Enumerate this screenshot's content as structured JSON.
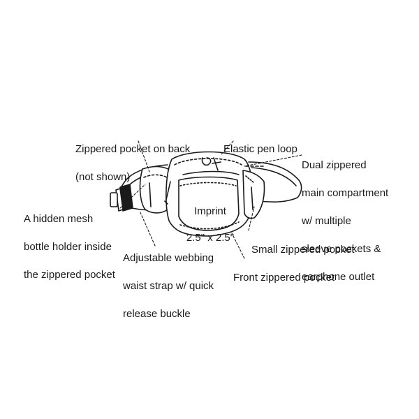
{
  "colors": {
    "ink": "#1a1a1a",
    "background": "#ffffff",
    "fill": "#ffffff"
  },
  "product": "waist-pack-line-drawing",
  "imprint": {
    "line1": "Imprint",
    "line2": "2.5\" x 2.5\""
  },
  "labels": {
    "zippered_back_1": "Zippered  pocket on back",
    "zippered_back_2": "(not shown)",
    "elastic_pen_loop": "Elastic pen loop",
    "dual_zippered_1": "Dual zippered",
    "dual_zippered_2": "main compartment",
    "dual_zippered_3": "w/ multiple",
    "dual_zippered_4": "sleeve pockets &",
    "dual_zippered_5": "earphone outlet",
    "hidden_mesh_1": "A hidden mesh",
    "hidden_mesh_2": "bottle holder inside",
    "hidden_mesh_3": "the zippered pocket",
    "small_zippered": "Small zippered pocket",
    "adjustable_1": "Adjustable webbing",
    "adjustable_2": "waist strap w/ quick",
    "adjustable_3": "release buckle",
    "front_zippered": "Front zippered pocket"
  }
}
